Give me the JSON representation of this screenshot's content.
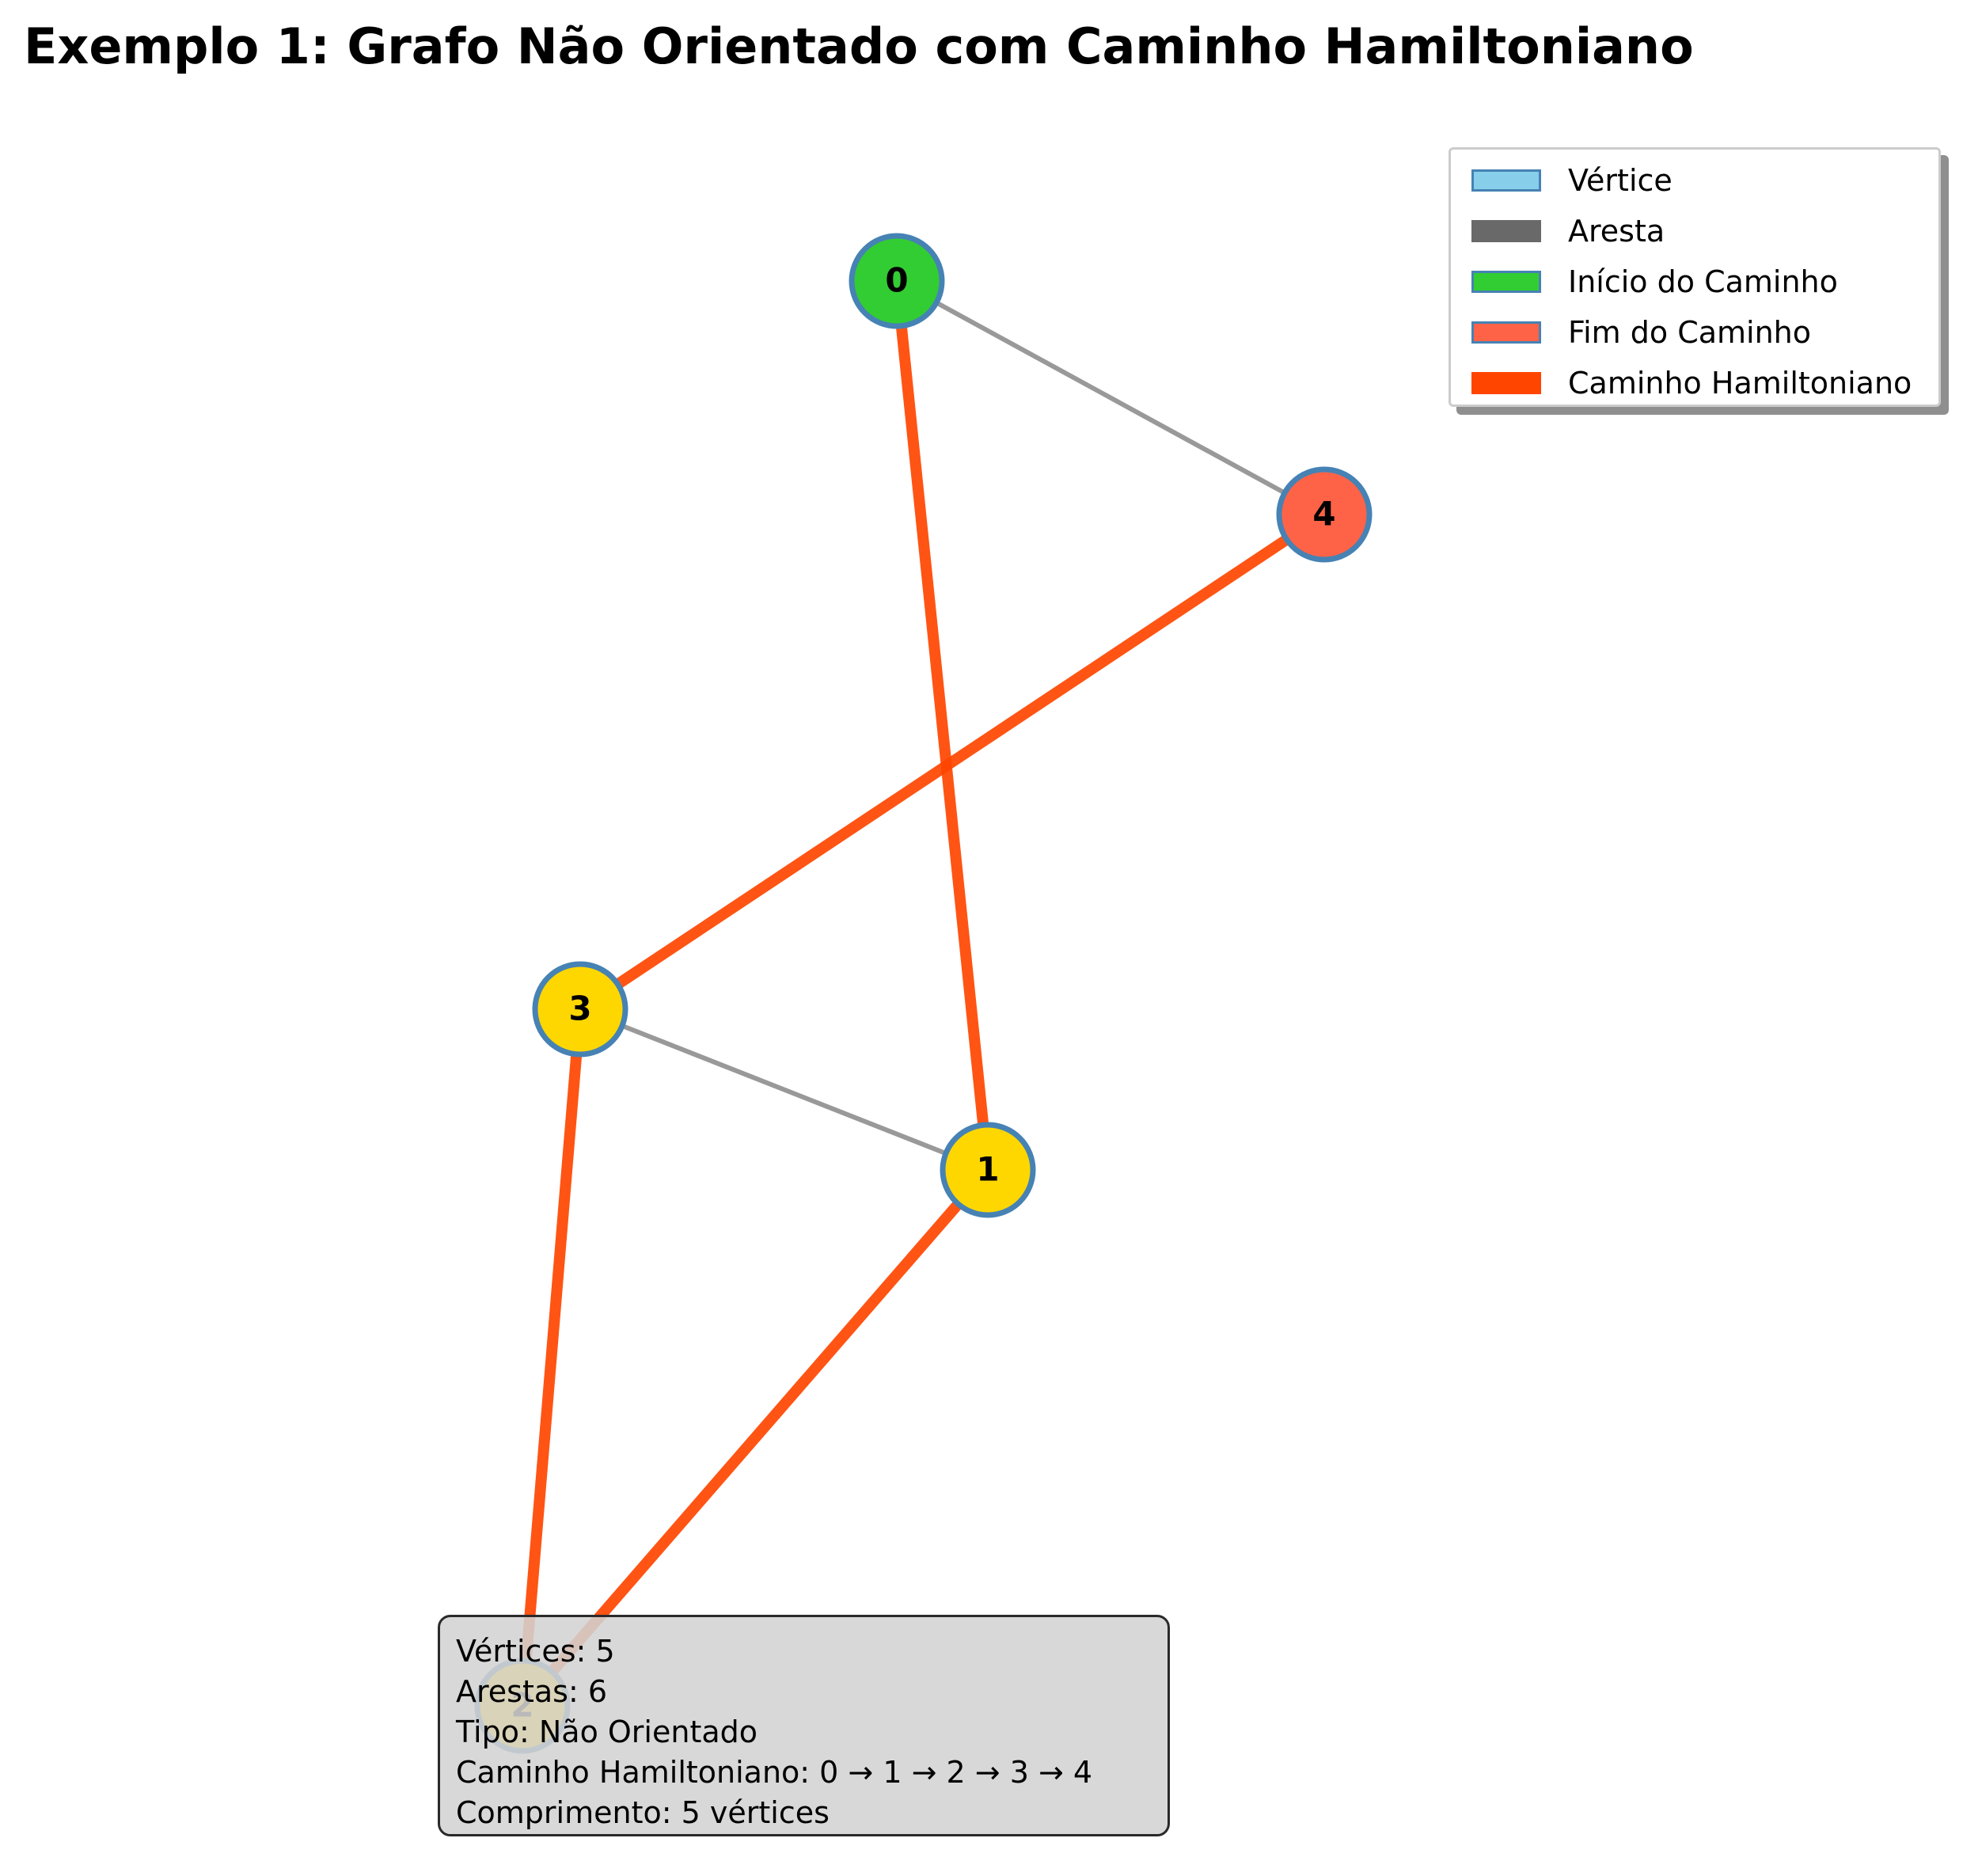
{
  "title": "Exemplo 1: Grafo Não Orientado com Caminho Hamiltoniano",
  "graph": {
    "type": "Não Orientado",
    "nodes": [
      {
        "id": "0",
        "label": "0",
        "role": "start",
        "color": "#32cd32"
      },
      {
        "id": "1",
        "label": "1",
        "role": "intermediate",
        "color": "#ffd700"
      },
      {
        "id": "2",
        "label": "2",
        "role": "intermediate",
        "color": "#ffd700"
      },
      {
        "id": "3",
        "label": "3",
        "role": "intermediate",
        "color": "#ffd700"
      },
      {
        "id": "4",
        "label": "4",
        "role": "end",
        "color": "#ff6347"
      }
    ],
    "edges": [
      {
        "source": "0",
        "target": "4",
        "in_path": false
      },
      {
        "source": "3",
        "target": "1",
        "in_path": false
      },
      {
        "source": "0",
        "target": "1",
        "in_path": true
      },
      {
        "source": "1",
        "target": "2",
        "in_path": true
      },
      {
        "source": "2",
        "target": "3",
        "in_path": true
      },
      {
        "source": "3",
        "target": "4",
        "in_path": true
      }
    ],
    "hamiltonian_path": [
      "0",
      "1",
      "2",
      "3",
      "4"
    ],
    "colors": {
      "node_border": "#4682b4",
      "edge": "#999999",
      "path": "#ff4500",
      "vertex": "#87ceeb",
      "start": "#32cd32",
      "end": "#ff6347",
      "intermediate": "#ffd700"
    }
  },
  "legend": {
    "items": [
      {
        "label": "Vértice",
        "color": "#87ceeb",
        "style": "box"
      },
      {
        "label": "Aresta",
        "color": "#696969",
        "style": "bar"
      },
      {
        "label": "Início do Caminho",
        "color": "#32cd32",
        "style": "box"
      },
      {
        "label": "Fim do Caminho",
        "color": "#ff6347",
        "style": "box"
      },
      {
        "label": "Caminho Hamiltoniano",
        "color": "#ff4500",
        "style": "bar"
      }
    ]
  },
  "info": {
    "lines": [
      "Vértices: 5",
      "Arestas: 6",
      "Tipo: Não Orientado",
      "Caminho Hamiltoniano: 0 → 1 → 2 → 3 → 4",
      "Comprimento: 5 vértices"
    ]
  }
}
